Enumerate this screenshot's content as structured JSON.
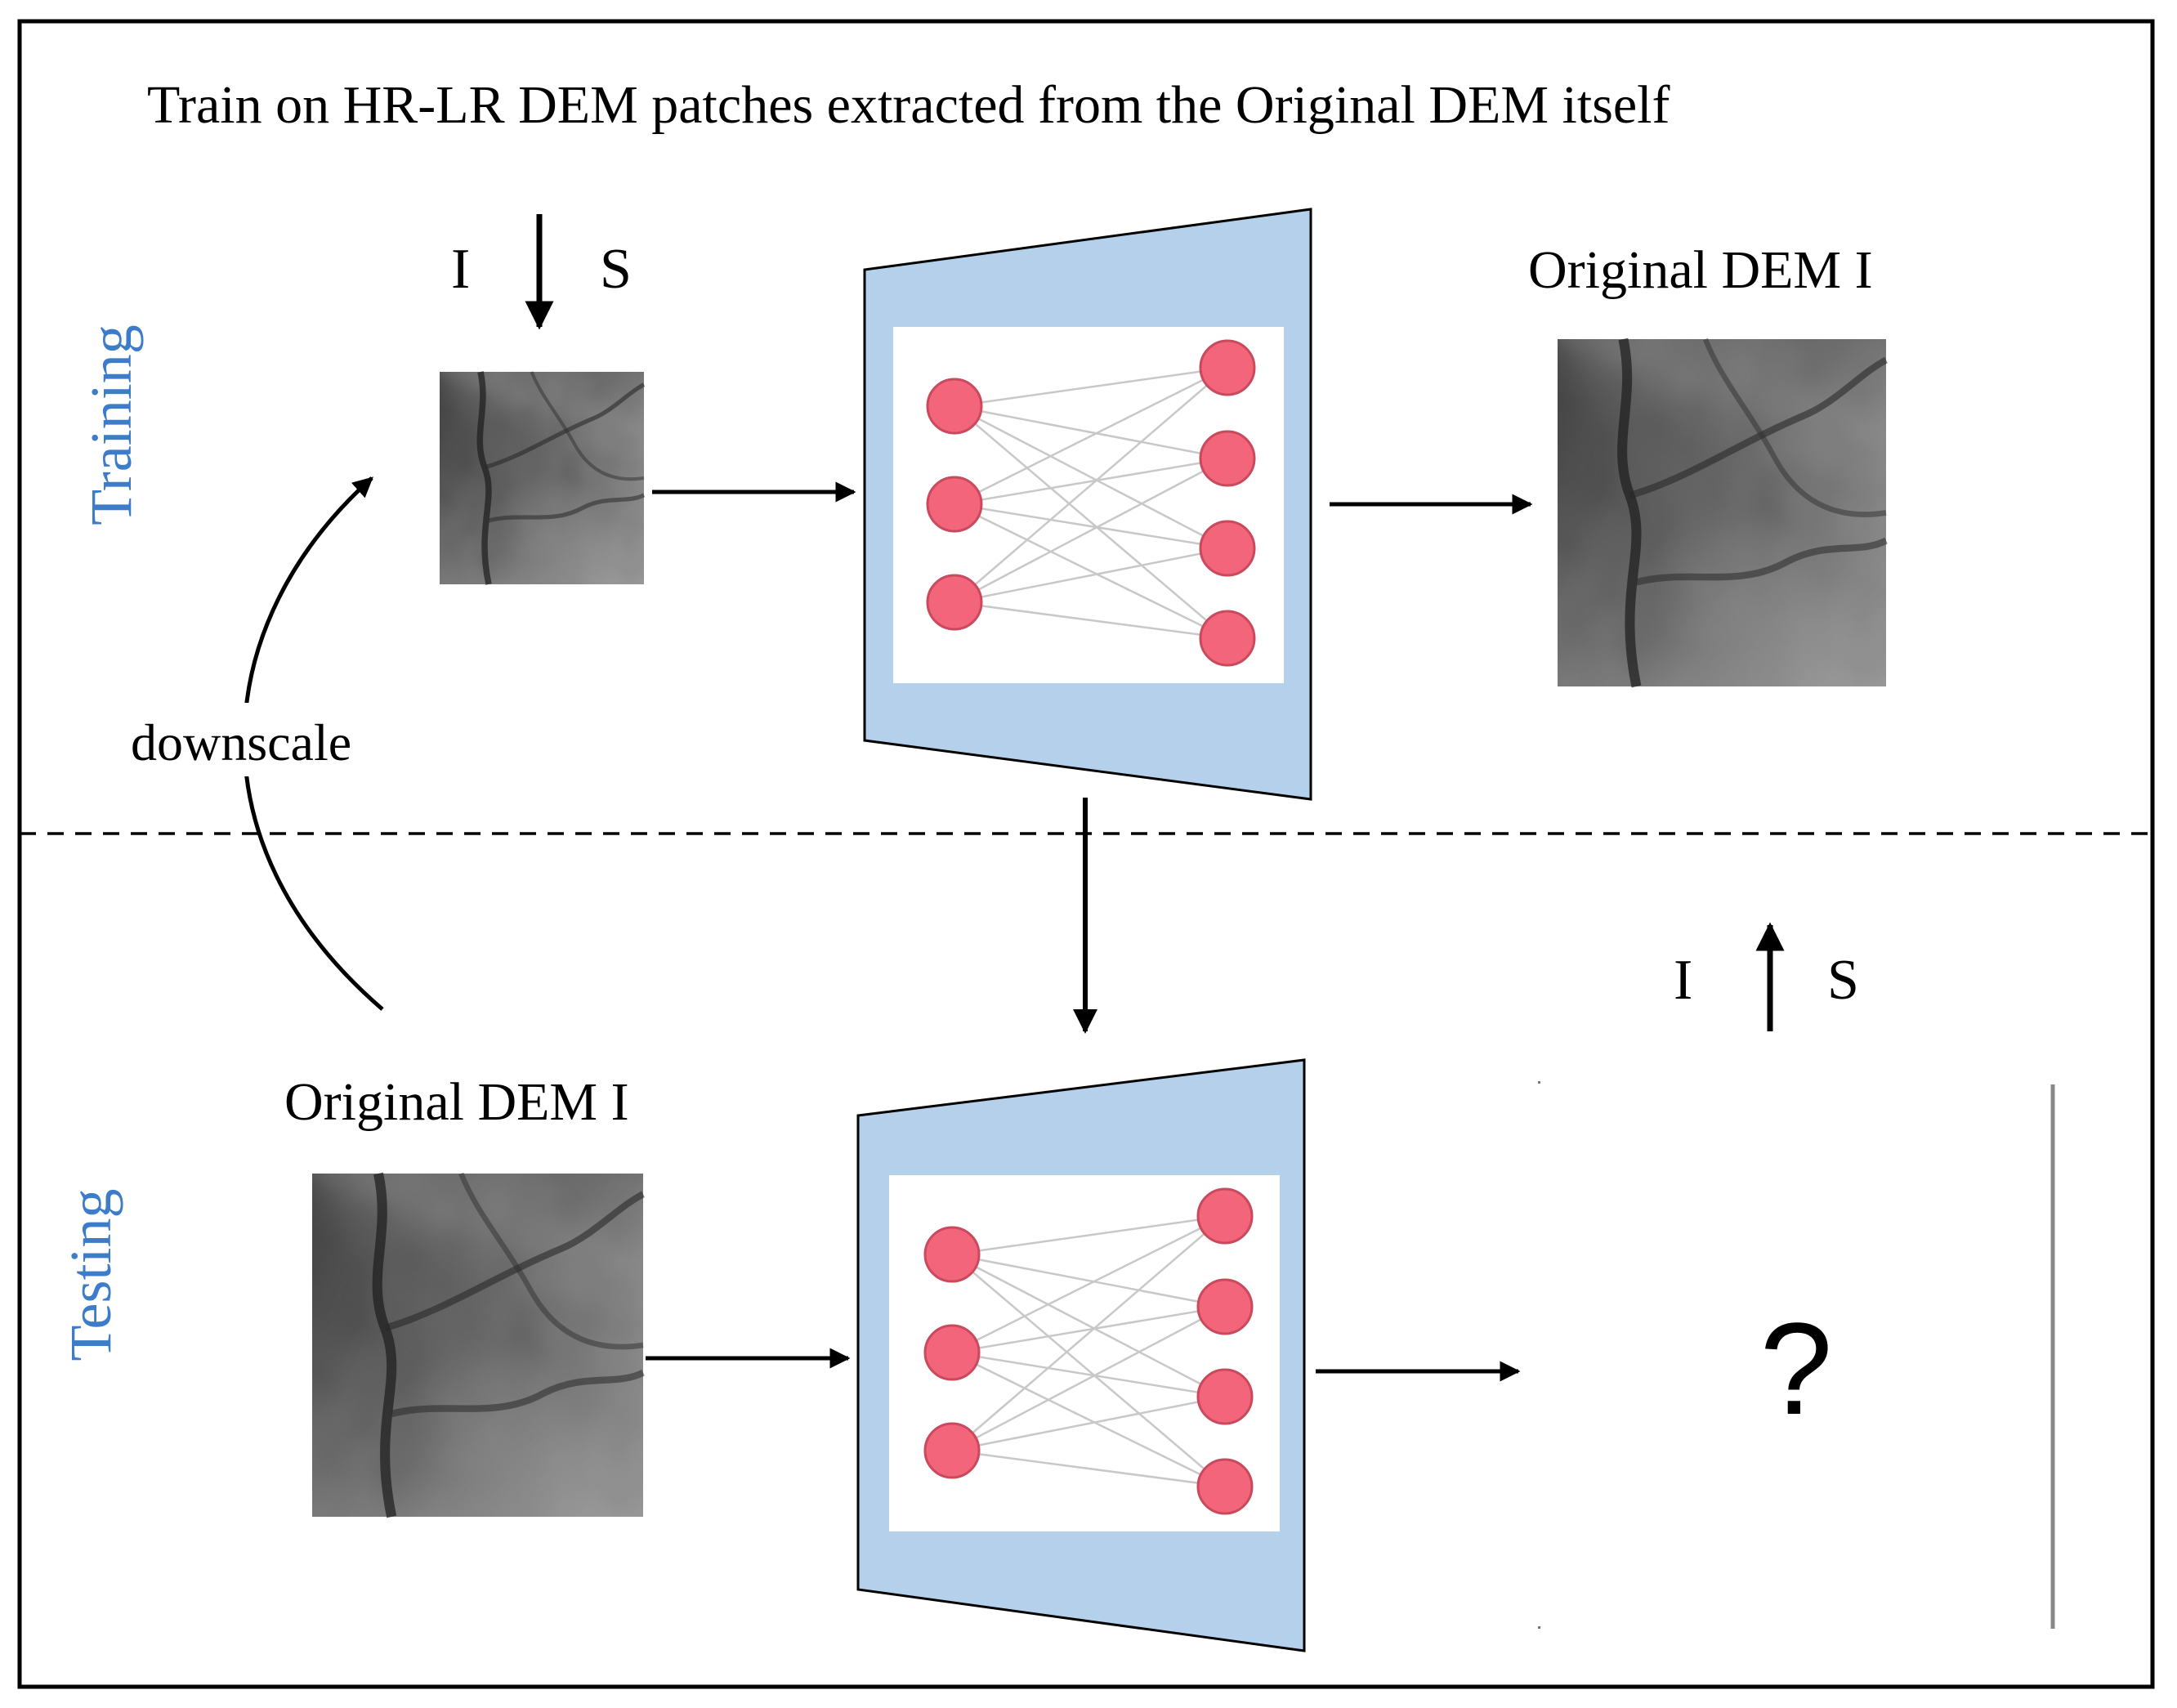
{
  "title": "Train on HR-LR DEM patches extracted from the Original DEM itself",
  "sections": {
    "training": "Training",
    "testing": "Testing"
  },
  "labels": {
    "downscale_i": "I",
    "downscale_s": "S",
    "upscale_i": "I",
    "upscale_s": "S",
    "train_output": "Original DEM I",
    "test_input": "Original DEM I",
    "downscale": "downscale",
    "unknown_output": "?"
  },
  "colors": {
    "section_label": "#3d7cc9",
    "network_fill": "#b5d0ea",
    "neuron_fill": "#f2657a",
    "neuron_stroke": "#c94a5c",
    "edge": "#c8c8c8",
    "arrow": "#000000"
  }
}
